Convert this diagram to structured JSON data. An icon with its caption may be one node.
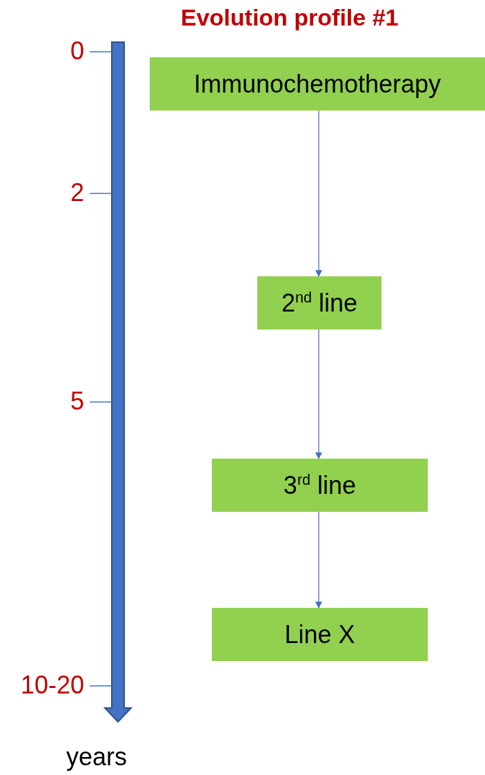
{
  "diagram": {
    "title": "Evolution profile #1",
    "nodes": [
      {
        "text": [
          "Immunochemotherapy"
        ]
      },
      {
        "text": [
          "2$^{nd}$ line"
        ]
      },
      {
        "text": [
          "3$^{rd}$ line"
        ]
      },
      {
        "text": [
          "Line X"
        ]
      }
    ],
    "edges": [
      {
        "from": 0,
        "to": 1,
        "arrow": "to"
      },
      {
        "from": 1,
        "to": 2,
        "arrow": "to"
      },
      {
        "from": 2,
        "to": 3,
        "arrow": "to"
      }
    ],
    "labels": [
      "0",
      "2",
      "5",
      "10-20",
      "years"
    ]
  }
}
